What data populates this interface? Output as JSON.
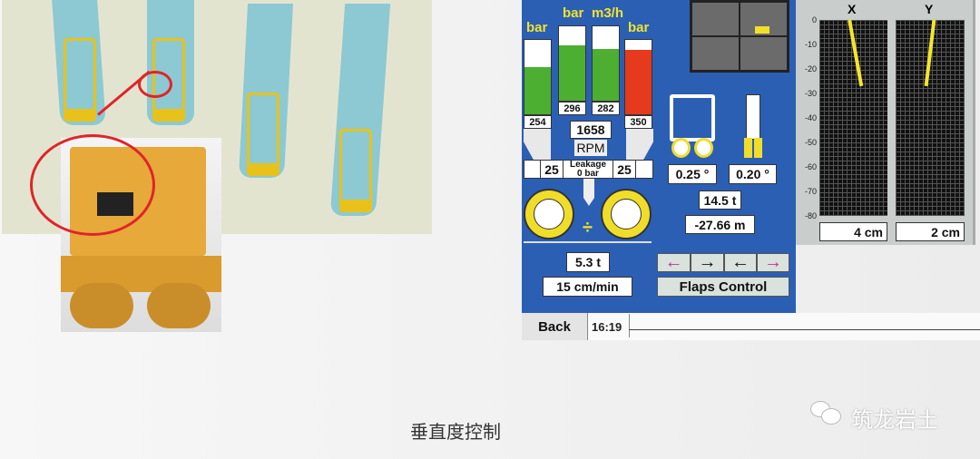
{
  "left_figure": {
    "caption_in_image": ""
  },
  "panel": {
    "bars": [
      {
        "unit": "bar",
        "value": "254",
        "fill": 0.63,
        "color": "#4caf32"
      },
      {
        "unit": "bar",
        "value": "296",
        "fill": 0.75,
        "color": "#4caf32"
      },
      {
        "unit": "m3/h",
        "value": "282",
        "fill": 0.69,
        "color": "#4caf32"
      },
      {
        "unit": "bar",
        "value": "350",
        "fill": 0.87,
        "color": "#e53a1c"
      }
    ],
    "rpm_value": "1658",
    "rpm_label": "RPM",
    "left_pressure": "25",
    "right_pressure": "25",
    "leakage_label": "Leakage",
    "leakage_value": "0 bar",
    "divide_symbol": "÷",
    "load": "5.3 t",
    "speed": "15 cm/min",
    "angle_x": "0.25 °",
    "angle_y": "0.20 °",
    "weight": "14.5 t",
    "depth": "-27.66 m",
    "arrow_buttons": [
      "←",
      "→",
      "←",
      "→"
    ],
    "arrow_colors": [
      "#c2339a",
      "#111111",
      "#111111",
      "#c2339a"
    ],
    "flaps_label": "Flaps Control",
    "back_label": "Back",
    "time": "16:19",
    "accent": "#2b5fb4"
  },
  "deviation": {
    "x_title": "X",
    "y_title": "Y",
    "y_ticks": [
      "0",
      "-10",
      "-20",
      "-30",
      "-40",
      "-50",
      "-60",
      "-70",
      "-80"
    ],
    "x_value": "4 cm",
    "y_value": "2 cm",
    "x_trace": {
      "depth_end": -27,
      "offset_start": -2,
      "offset_end": 4
    },
    "y_trace": {
      "depth_end": -27,
      "offset_start": 2,
      "offset_end": -2
    }
  },
  "caption": "垂直度控制",
  "watermark": "筑龙岩土"
}
